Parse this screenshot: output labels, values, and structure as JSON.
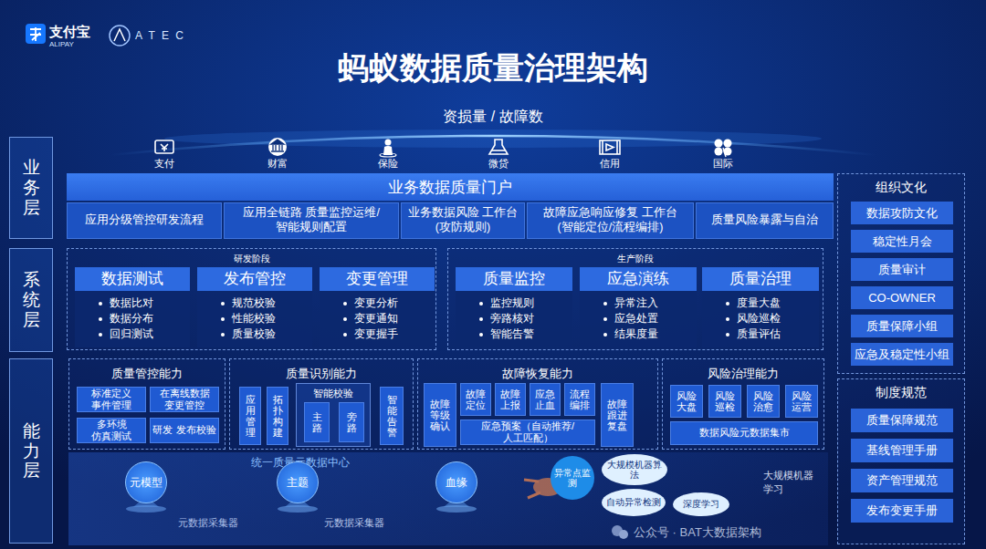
{
  "diagram": {
    "title": "蚂蚁数据质量治理架构",
    "nodes": [
      {
        "text": [
          "业务层"
        ]
      },
      {
        "text": [
          "系统层"
        ]
      },
      {
        "text": [
          "能力层"
        ]
      },
      {
        "text": [
          "业务数据质量门户"
        ]
      },
      {
        "text": [
          "应用分级管控研发流程"
        ]
      },
      {
        "text": [
          "应用全链路 质量监控运维/智能规则配置"
        ]
      },
      {
        "text": [
          "业务数据风险 工作台(攻防规则)"
        ]
      },
      {
        "text": [
          "故障应急响应修复 工作台(智能定位/流程编排)"
        ]
      },
      {
        "text": [
          "质量风险暴露与自治"
        ]
      },
      {
        "text": [
          "研发阶段"
        ]
      },
      {
        "text": [
          "数据测试",
          "数据比对",
          "数据分布",
          "回归测试"
        ],
        "in": 9
      },
      {
        "text": [
          "发布管控",
          "规范校验",
          "性能校验",
          "质量校验"
        ],
        "in": 9
      },
      {
        "text": [
          "变更管理",
          "变更分析",
          "变更通知",
          "变更握手"
        ],
        "in": 9
      },
      {
        "text": [
          "生产阶段"
        ]
      },
      {
        "text": [
          "质量监控",
          "监控规则",
          "旁路核对",
          "智能告警"
        ],
        "in": 13
      },
      {
        "text": [
          "应急演练",
          "异常注入",
          "应急处置",
          "结果度量"
        ],
        "in": 13
      },
      {
        "text": [
          "质量治理",
          "度量大盘",
          "风险巡检",
          "质量评估"
        ],
        "in": 13
      },
      {
        "text": [
          "组织文化"
        ]
      },
      {
        "text": [
          "数据攻防文化"
        ],
        "in": 17
      },
      {
        "text": [
          "稳定性月会"
        ],
        "in": 17
      },
      {
        "text": [
          "质量审计"
        ],
        "in": 17
      },
      {
        "text": [
          "CO-OWNER"
        ],
        "in": 17
      },
      {
        "text": [
          "质量保障小组"
        ],
        "in": 17
      },
      {
        "text": [
          "应急及稳定性小组"
        ],
        "in": 17
      },
      {
        "text": [
          "制度规范"
        ]
      },
      {
        "text": [
          "质量保障规范"
        ],
        "in": 24
      },
      {
        "text": [
          "基线管理手册"
        ],
        "in": 24
      },
      {
        "text": [
          "资产管理规范"
        ],
        "in": 24
      },
      {
        "text": [
          "发布变更手册"
        ],
        "in": 24
      },
      {
        "text": [
          "质量管控能力"
        ]
      },
      {
        "text": [
          "标准定义 事件管理"
        ],
        "in": 29
      },
      {
        "text": [
          "在离线数据 变更管控"
        ],
        "in": 29
      },
      {
        "text": [
          "多环境 仿真测试"
        ],
        "in": 29
      },
      {
        "text": [
          "研发 发布校验"
        ],
        "in": 29
      },
      {
        "text": [
          "质量识别能力"
        ]
      },
      {
        "text": [
          "应用管理"
        ],
        "in": 34
      },
      {
        "text": [
          "拓扑构建"
        ],
        "in": 34
      },
      {
        "text": [
          "智能校验"
        ],
        "in": 34
      },
      {
        "text": [
          "主路"
        ],
        "in": 37
      },
      {
        "text": [
          "旁路"
        ],
        "in": 37
      },
      {
        "text": [
          "智能告警"
        ],
        "in": 34
      },
      {
        "text": [
          "故障恢复能力"
        ]
      },
      {
        "text": [
          "故障等级确认"
        ],
        "in": 41
      },
      {
        "text": [
          "故障定位"
        ],
        "in": 41
      },
      {
        "text": [
          "故障上报"
        ],
        "in": 41
      },
      {
        "text": [
          "应急止血"
        ],
        "in": 41
      },
      {
        "text": [
          "流程编排"
        ],
        "in": 41
      },
      {
        "text": [
          "故障跟进复盘"
        ],
        "in": 41
      },
      {
        "text": [
          "应急预案（自动推荐/人工匹配）"
        ],
        "in": 41
      },
      {
        "text": [
          "风险治理能力"
        ]
      },
      {
        "text": [
          "风险大盘"
        ],
        "in": 49
      },
      {
        "text": [
          "风险巡检"
        ],
        "in": 49
      },
      {
        "text": [
          "风险治愈"
        ],
        "in": 49
      },
      {
        "text": [
          "风险运营"
        ],
        "in": 49
      },
      {
        "text": [
          "数据风险元数据集市"
        ],
        "in": 49
      },
      {
        "text": [
          "统一质量元数据中心"
        ]
      },
      {
        "text": [
          "元模型"
        ],
        "in": 55
      },
      {
        "text": [
          "主题"
        ],
        "in": 55
      },
      {
        "text": [
          "血缘"
        ],
        "in": 55
      },
      {
        "text": [
          "异常点监测"
        ],
        "in": 55
      },
      {
        "text": [
          "自动异常检测"
        ],
        "in": 55
      },
      {
        "text": [
          "大规模机器算法"
        ],
        "in": 55
      },
      {
        "text": [
          "深度学习"
        ],
        "in": 55
      }
    ],
    "labels": [
      "支付宝",
      "ALIPAY",
      "A T E C",
      "资损量 / 故障数",
      "支付",
      "财富",
      "保险",
      "微贷",
      "信用",
      "国际",
      "元数据采集器",
      "元数据采集器",
      "大规模机器学习",
      "公众号 · BAT大数据架构"
    ]
  }
}
